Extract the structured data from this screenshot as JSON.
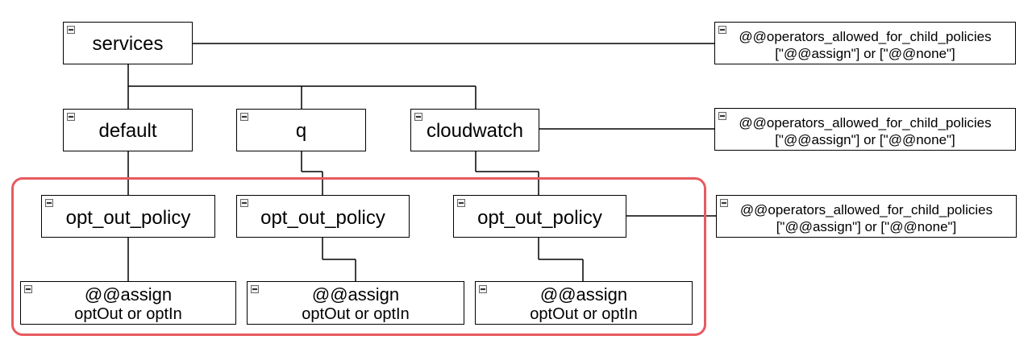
{
  "nodes": {
    "services": "services",
    "default": "default",
    "q": "q",
    "cloudwatch": "cloudwatch",
    "policy_1": "opt_out_policy",
    "policy_2": "opt_out_policy",
    "policy_3": "opt_out_policy"
  },
  "leaves": [
    {
      "line1": "@@assign",
      "line2": "optOut or optIn"
    },
    {
      "line1": "@@assign",
      "line2": "optOut or optIn"
    },
    {
      "line1": "@@assign",
      "line2": "optOut or optIn"
    }
  ],
  "notes": [
    {
      "line1": "@@operators_allowed_for_child_policies",
      "line2": "[\"@@assign\"] or [\"@@none\"]"
    },
    {
      "line1": "@@operators_allowed_for_child_policies",
      "line2": "[\"@@assign\"] or [\"@@none\"]"
    },
    {
      "line1": "@@operators_allowed_for_child_policies",
      "line2": "[\"@@assign\"] or [\"@@none\"]"
    }
  ],
  "colors": {
    "highlight": "#e85a5f",
    "line": "#000000"
  }
}
